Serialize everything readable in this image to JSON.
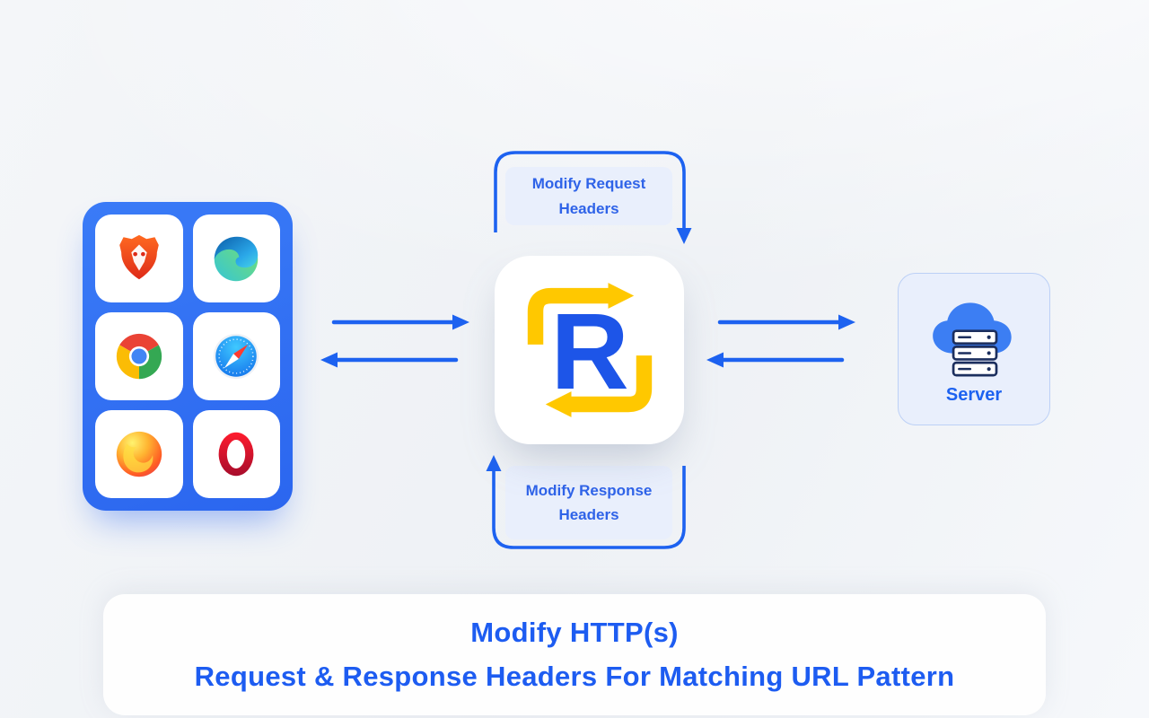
{
  "page": {
    "type": "promotional-diagram"
  },
  "colors": {
    "accent_blue": "#1d62f0",
    "browser_panel_blue": "#3273f5",
    "label_background": "#e9effc",
    "logo_yellow": "#ffc800",
    "logo_letter_blue": "#1d55e8",
    "server_card_background": "#e9effc",
    "page_background": "#f2f4f7",
    "headline_text_blue": "#1d5cf1"
  },
  "browsers_panel": {
    "icons": [
      "brave",
      "edge",
      "chrome",
      "safari",
      "firefox",
      "opera"
    ]
  },
  "flow": {
    "request_label": "Modify Request Headers",
    "response_label": "Modify Response Headers"
  },
  "center_logo": {
    "letter": "R"
  },
  "server_card": {
    "label": "Server",
    "icon": "cloud-server-icon"
  },
  "headline": {
    "line1": "Modify HTTP(s)",
    "line2": "Request & Response Headers For Matching URL Pattern"
  }
}
